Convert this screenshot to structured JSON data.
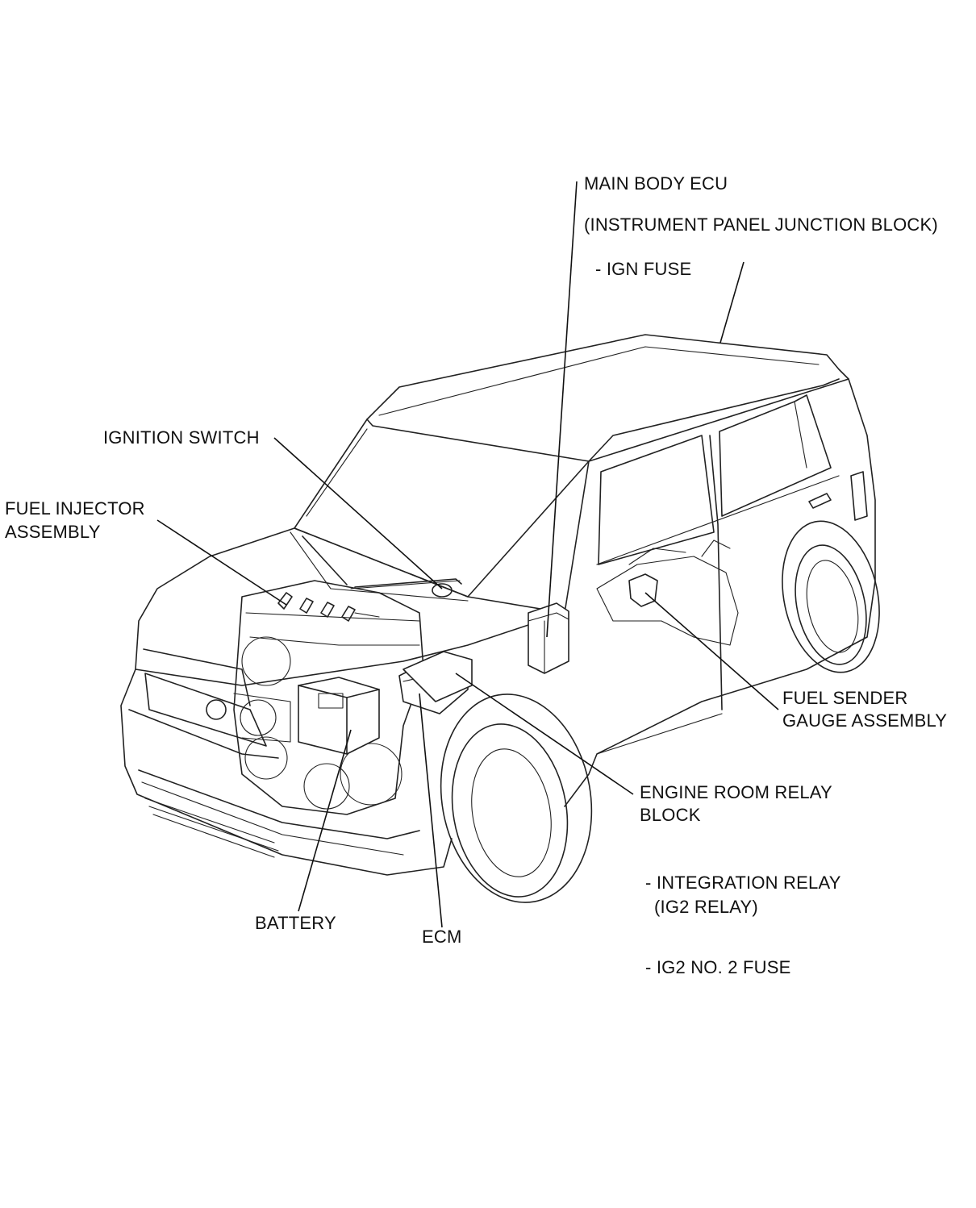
{
  "labels": {
    "main_body_ecu": "MAIN BODY ECU",
    "instrument_panel_jb": "(INSTRUMENT PANEL JUNCTION BLOCK)",
    "ign_fuse": "- IGN FUSE",
    "ignition_switch": "IGNITION SWITCH",
    "fuel_injector_line1": "FUEL INJECTOR",
    "fuel_injector_line2": "ASSEMBLY",
    "fuel_sender_line1": "FUEL SENDER",
    "fuel_sender_line2": "GAUGE ASSEMBLY",
    "engine_room_relay_line1": "ENGINE ROOM RELAY",
    "engine_room_relay_line2": "BLOCK",
    "integration_relay_line1": "- INTEGRATION RELAY",
    "integration_relay_line2": "(IG2 RELAY)",
    "ig2_no2_fuse": "- IG2 NO. 2 FUSE",
    "battery": "BATTERY",
    "ecm": "ECM"
  }
}
